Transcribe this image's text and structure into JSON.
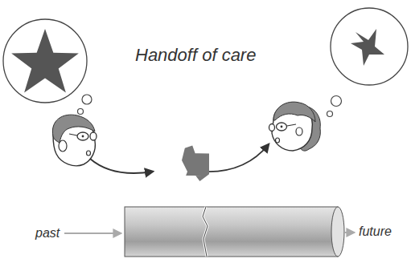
{
  "diagram": {
    "title": "Handoff of care",
    "labels": [
      "past",
      "future"
    ]
  }
}
